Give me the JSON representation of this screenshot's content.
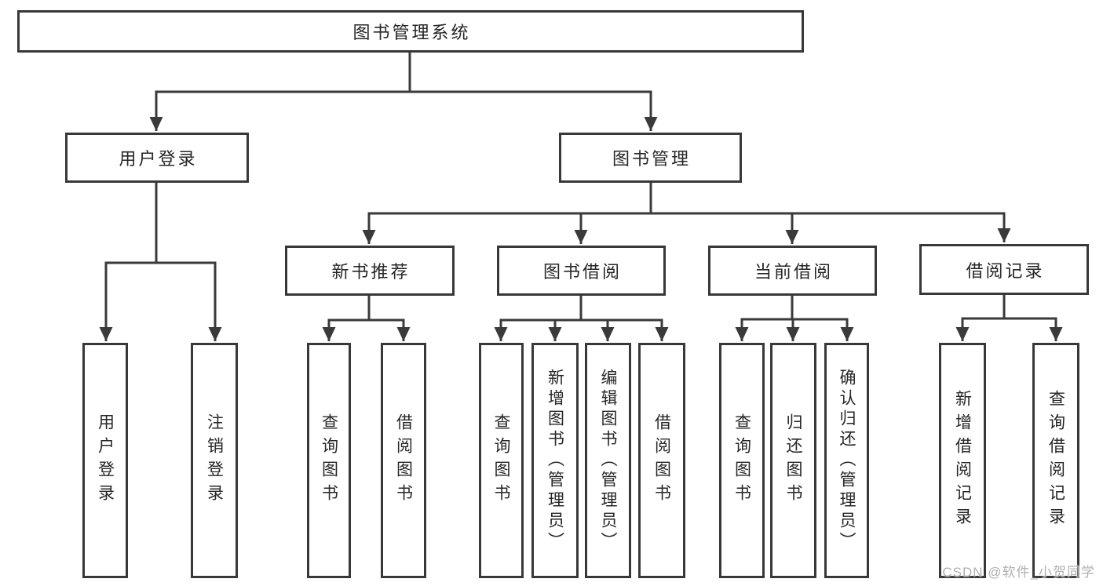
{
  "tree": {
    "label": "图书管理系统",
    "children": [
      {
        "label": "用户登录",
        "children": [
          {
            "label": "用户登录"
          },
          {
            "label": "注销登录"
          }
        ]
      },
      {
        "label": "图书管理",
        "children": [
          {
            "label": "新书推荐",
            "children": [
              {
                "label": "查询图书"
              },
              {
                "label": "借阅图书"
              }
            ]
          },
          {
            "label": "图书借阅",
            "children": [
              {
                "label": "查询图书"
              },
              {
                "label": "新增图书（管理员）"
              },
              {
                "label": "编辑图书（管理员）"
              },
              {
                "label": "借阅图书"
              }
            ]
          },
          {
            "label": "当前借阅",
            "children": [
              {
                "label": "查询图书"
              },
              {
                "label": "归还图书"
              },
              {
                "label": "确认归还（管理员）"
              }
            ]
          },
          {
            "label": "借阅记录",
            "children": [
              {
                "label": "新增借阅记录"
              },
              {
                "label": "查询借阅记录"
              }
            ]
          }
        ]
      }
    ]
  },
  "watermark": "CSDN @软件_小贺同学",
  "colors": {
    "line": "#3a3a3a",
    "box_border": "#383838",
    "text": "#262626",
    "watermark": "#b0b0b0",
    "background": "#ffffff"
  }
}
